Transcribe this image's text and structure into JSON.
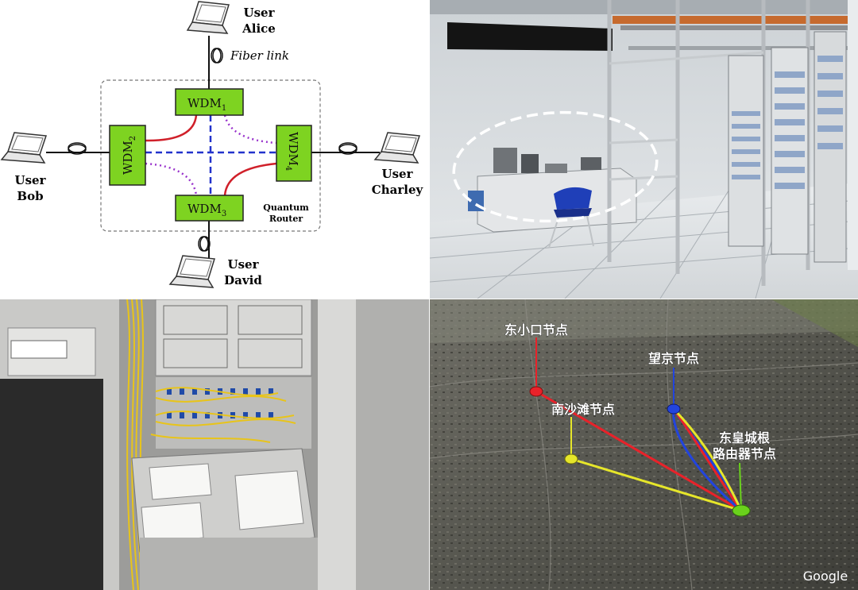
{
  "diagram": {
    "users": {
      "alice": [
        "User",
        "Alice"
      ],
      "bob": [
        "User",
        "Bob"
      ],
      "charley": [
        "User",
        "Charley"
      ],
      "david": [
        "User",
        "David"
      ]
    },
    "fiber_label": "Fiber link",
    "wdm_label": "WDM",
    "wdm_subscripts": [
      "1",
      "2",
      "3",
      "4"
    ],
    "router_label": [
      "Quantum",
      "Router"
    ],
    "colors": {
      "wdm_fill": "#7ed321",
      "red_link": "#d0202a",
      "blue_link": "#2233cc",
      "purple_link": "#9933cc"
    }
  },
  "map": {
    "nodes": [
      {
        "id": "dongxiaokou",
        "label": "东小口节点",
        "color": "#e8222a"
      },
      {
        "id": "wangjing",
        "label": "望京节点",
        "color": "#2244dd"
      },
      {
        "id": "nanshatan",
        "label": "南沙滩节点",
        "color": "#e6e62a"
      },
      {
        "id": "router",
        "label": [
          "东皇城根",
          "路由器节点"
        ],
        "color": "#6ad11c"
      }
    ],
    "watermark": "Google"
  }
}
